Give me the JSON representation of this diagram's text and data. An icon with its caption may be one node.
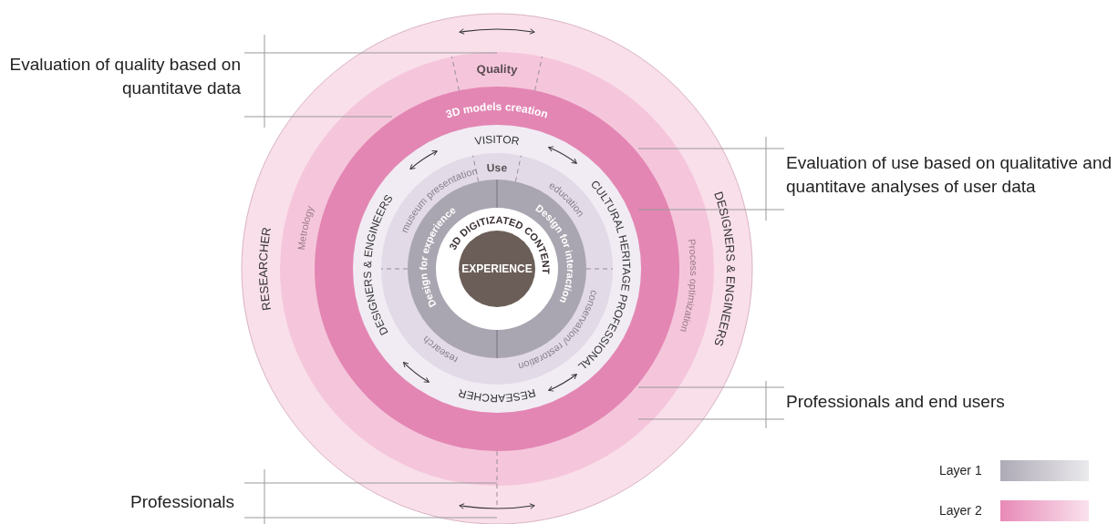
{
  "diagram": {
    "labels": [
      "Quality",
      "Evaluation of quality based on quantitave data",
      "3D models creation",
      "VISITOR",
      "Use",
      "Evaluation of use based on qualitative and quantitave analyses of user data",
      "museum presentation",
      "education",
      "3D DIGITIZATED CONTENT",
      "Metrology",
      "RESEARCHER",
      "DESIGNERS & ENGINEERS",
      "Design for experience",
      "EXPERIENCE",
      "Design for interaction",
      "CULTURAL HERITAGE PROFESSIONAL",
      "Process optimization",
      "DESIGNERS & ENGINEERS",
      "conservation/ restoration",
      "research",
      "RESEARCHER",
      "Professionals and end users",
      "Professionals"
    ],
    "legend": [
      {
        "text": "Layer 1",
        "color": "#aeaab6"
      },
      {
        "text": "Layer 2",
        "color": "#e88ab7"
      }
    ]
  }
}
